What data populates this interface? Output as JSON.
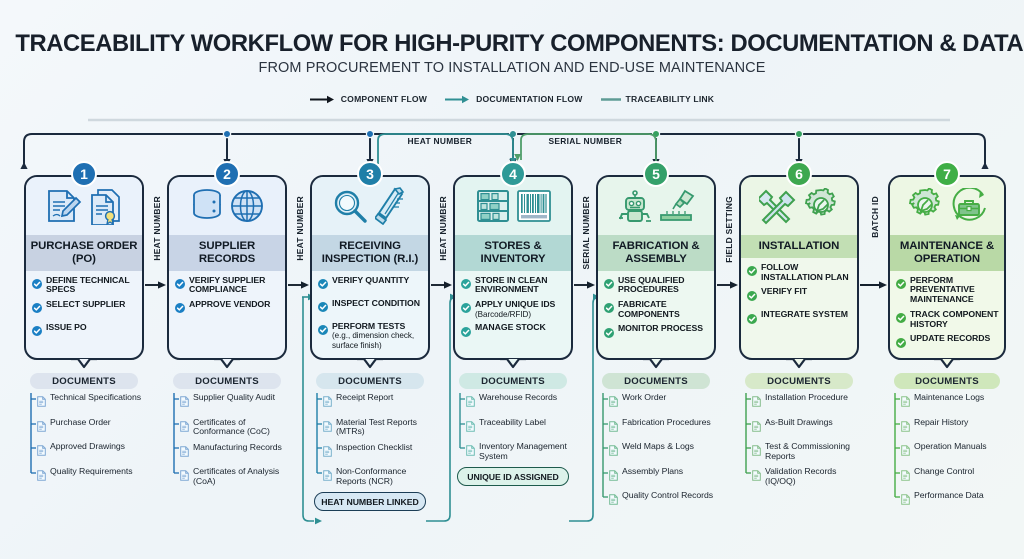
{
  "header": {
    "title": "TRACEABILITY WORKFLOW FOR HIGH-PURITY COMPONENTS: DOCUMENTATION & DATA PATH",
    "subtitle": "FROM PROCUREMENT TO INSTALLATION AND END-USE MAINTENANCE"
  },
  "legend": [
    {
      "label": "COMPONENT FLOW",
      "kind": "arrow",
      "color": "#10161d"
    },
    {
      "label": "DOCUMENTATION FLOW",
      "kind": "arrow",
      "color": "#2f8f93"
    },
    {
      "label": "TRACEABILITY LINK",
      "kind": "line",
      "color": "#5e9b95"
    }
  ],
  "docs_heading": "DOCUMENTS",
  "traceability_backbone": {
    "color": "#1b2a3d",
    "node_colors": [
      "#1f6fb2",
      "#1f6fb2",
      "#1f6fb2",
      "#2f8f93",
      "#35a05f",
      "#35a05f",
      "#35a05f"
    ],
    "branch_labels": [
      {
        "text": "HEAT NUMBER",
        "from_step": 3,
        "to_step": 4,
        "color": "#2f8f93"
      },
      {
        "text": "SERIAL NUMBER",
        "from_step": 4,
        "to_step": 5,
        "color": "#4f9e6a"
      }
    ]
  },
  "connector_labels": [
    "HEAT NUMBER",
    "HEAT NUMBER",
    "HEAT NUMBER",
    "SERIAL NUMBER",
    "FIELD SETTING",
    "BATCH ID"
  ],
  "steps": [
    {
      "num": "1",
      "title": "PURCHASE ORDER (PO)",
      "accent": "#1f6fb2",
      "num_bg": "#1f6fb2",
      "header_bg": "#c8d2e2",
      "body_bg": "#eef4fb",
      "icon_bg": "#eaf2fb",
      "check_color": "#1a7fc4",
      "docs_bg": "#dde4ee",
      "doc_icon": "#7fa8d4",
      "icons": [
        "document-pencil-icon",
        "document-seal-icon"
      ],
      "tasks": [
        {
          "text": "DEFINE TECHNICAL SPECS"
        },
        {
          "text": "SELECT SUPPLIER"
        },
        {
          "text": "ISSUE PO"
        }
      ],
      "documents": [
        "Technical Specifications",
        "Purchase Order",
        "Approved Drawings",
        "Quality Requirements"
      ],
      "badge": null
    },
    {
      "num": "2",
      "title": "SUPPLIER RECORDS",
      "accent": "#1f6fb2",
      "num_bg": "#1f6fb2",
      "header_bg": "#c8d4e6",
      "body_bg": "#eef4fb",
      "icon_bg": "#e9f1fb",
      "check_color": "#1a7fc4",
      "docs_bg": "#dde4ee",
      "doc_icon": "#7fa8d4",
      "icons": [
        "database-icon",
        "globe-icon"
      ],
      "tasks": [
        {
          "text": "VERIFY SUPPLIER COMPLIANCE"
        },
        {
          "text": "APPROVE VENDOR"
        }
      ],
      "documents": [
        "Supplier Quality Audit",
        "Certificates of Conformance (CoC)",
        "Manufacturing Records",
        "Certificates of Analysis (CoA)"
      ],
      "badge": null
    },
    {
      "num": "3",
      "title": "RECEIVING INSPECTION (R.I.)",
      "accent": "#1f7fa8",
      "num_bg": "#1f7fa8",
      "header_bg": "#c3d7e4",
      "body_bg": "#edf6fa",
      "icon_bg": "#e6f2f8",
      "check_color": "#1a87b8",
      "docs_bg": "#d6e6ee",
      "doc_icon": "#79b0cc",
      "icons": [
        "magnifier-icon",
        "caliper-icon"
      ],
      "tasks": [
        {
          "text": "VERIFY QUANTITY"
        },
        {
          "text": "INSPECT CONDITION"
        },
        {
          "text": "PERFORM TESTS",
          "sub": "(e.g., dimension check, surface finish)"
        }
      ],
      "documents": [
        "Receipt Report",
        "Material Test Reports (MTRs)",
        "Inspection Checklist",
        "Non-Conformance Reports (NCR)"
      ],
      "badge": {
        "text": "HEAT NUMBER LINKED",
        "bg": "#d7e8f4",
        "border": "#1b3d56"
      }
    },
    {
      "num": "4",
      "title": "STORES & INVENTORY",
      "accent": "#2f8f93",
      "num_bg": "#2f9a97",
      "header_bg": "#b2d8d4",
      "body_bg": "#eaf7f5",
      "icon_bg": "#e3f4f1",
      "check_color": "#2aa39b",
      "docs_bg": "#cfe9e4",
      "doc_icon": "#6fbdb4",
      "icons": [
        "shelf-rack-icon",
        "barcode-icon"
      ],
      "tasks": [
        {
          "text": "STORE IN CLEAN ENVIRONMENT"
        },
        {
          "text": "APPLY UNIQUE IDS",
          "sub": "(Barcode/RFID)"
        },
        {
          "text": "MANAGE STOCK"
        }
      ],
      "documents": [
        "Warehouse Records",
        "Traceability Label",
        "Inventory Management System"
      ],
      "badge": {
        "text": "UNIQUE ID ASSIGNED",
        "bg": "#dcf2ea",
        "border": "#1d5a4c"
      }
    },
    {
      "num": "5",
      "title": "FABRICATION & ASSEMBLY",
      "accent": "#36996e",
      "num_bg": "#34a06a",
      "header_bg": "#bcdcc6",
      "body_bg": "#edf8f1",
      "icon_bg": "#e7f5ec",
      "check_color": "#2fa173",
      "docs_bg": "#cfe4d4",
      "doc_icon": "#74bb95",
      "icons": [
        "robot-arm-icon",
        "welding-torch-icon"
      ],
      "tasks": [
        {
          "text": "USE QUALIFIED PROCEDURES"
        },
        {
          "text": "FABRICATE COMPONENTS"
        },
        {
          "text": "MONITOR PROCESS"
        }
      ],
      "documents": [
        "Work Order",
        "Fabrication Procedures",
        "Weld Maps & Logs",
        "Assembly Plans",
        "Quality Control Records"
      ],
      "badge": null
    },
    {
      "num": "6",
      "title": "INSTALLATION",
      "accent": "#3fa14f",
      "num_bg": "#3da84f",
      "header_bg": "#c2dfb4",
      "body_bg": "#f0f8ec",
      "icon_bg": "#ebf6e6",
      "check_color": "#3ba84f",
      "docs_bg": "#d7e9c9",
      "doc_icon": "#86bd8c",
      "icons": [
        "wrench-cross-icon",
        "gear-wrench-icon"
      ],
      "tasks": [
        {
          "text": "FOLLOW INSTALLATION PLAN"
        },
        {
          "text": "VERIFY FIT"
        },
        {
          "text": "INTEGRATE SYSTEM"
        }
      ],
      "documents": [
        "Installation Procedure",
        "As-Built Drawings",
        "Test & Commissioning Reports",
        "Validation Records (IQ/OQ)"
      ],
      "badge": null
    },
    {
      "num": "7",
      "title": "MAINTENANCE & OPERATION",
      "accent": "#46ad45",
      "num_bg": "#3fae46",
      "header_bg": "#b9d9a6",
      "body_bg": "#f1f9e9",
      "icon_bg": "#edf7e4",
      "check_color": "#43ab44",
      "docs_bg": "#cfe7bb",
      "doc_icon": "#8cc48a",
      "icons": [
        "gear-wrench-icon",
        "toolbox-cycle-icon"
      ],
      "tasks": [
        {
          "text": "PERFORM PREVENTATIVE MAINTENANCE"
        },
        {
          "text": "TRACK COMPONENT HISTORY"
        },
        {
          "text": "UPDATE RECORDS"
        }
      ],
      "documents": [
        "Maintenance Logs",
        "Repair History",
        "Operation Manuals",
        "Change Control",
        "Performance Data"
      ],
      "badge": null
    }
  ]
}
